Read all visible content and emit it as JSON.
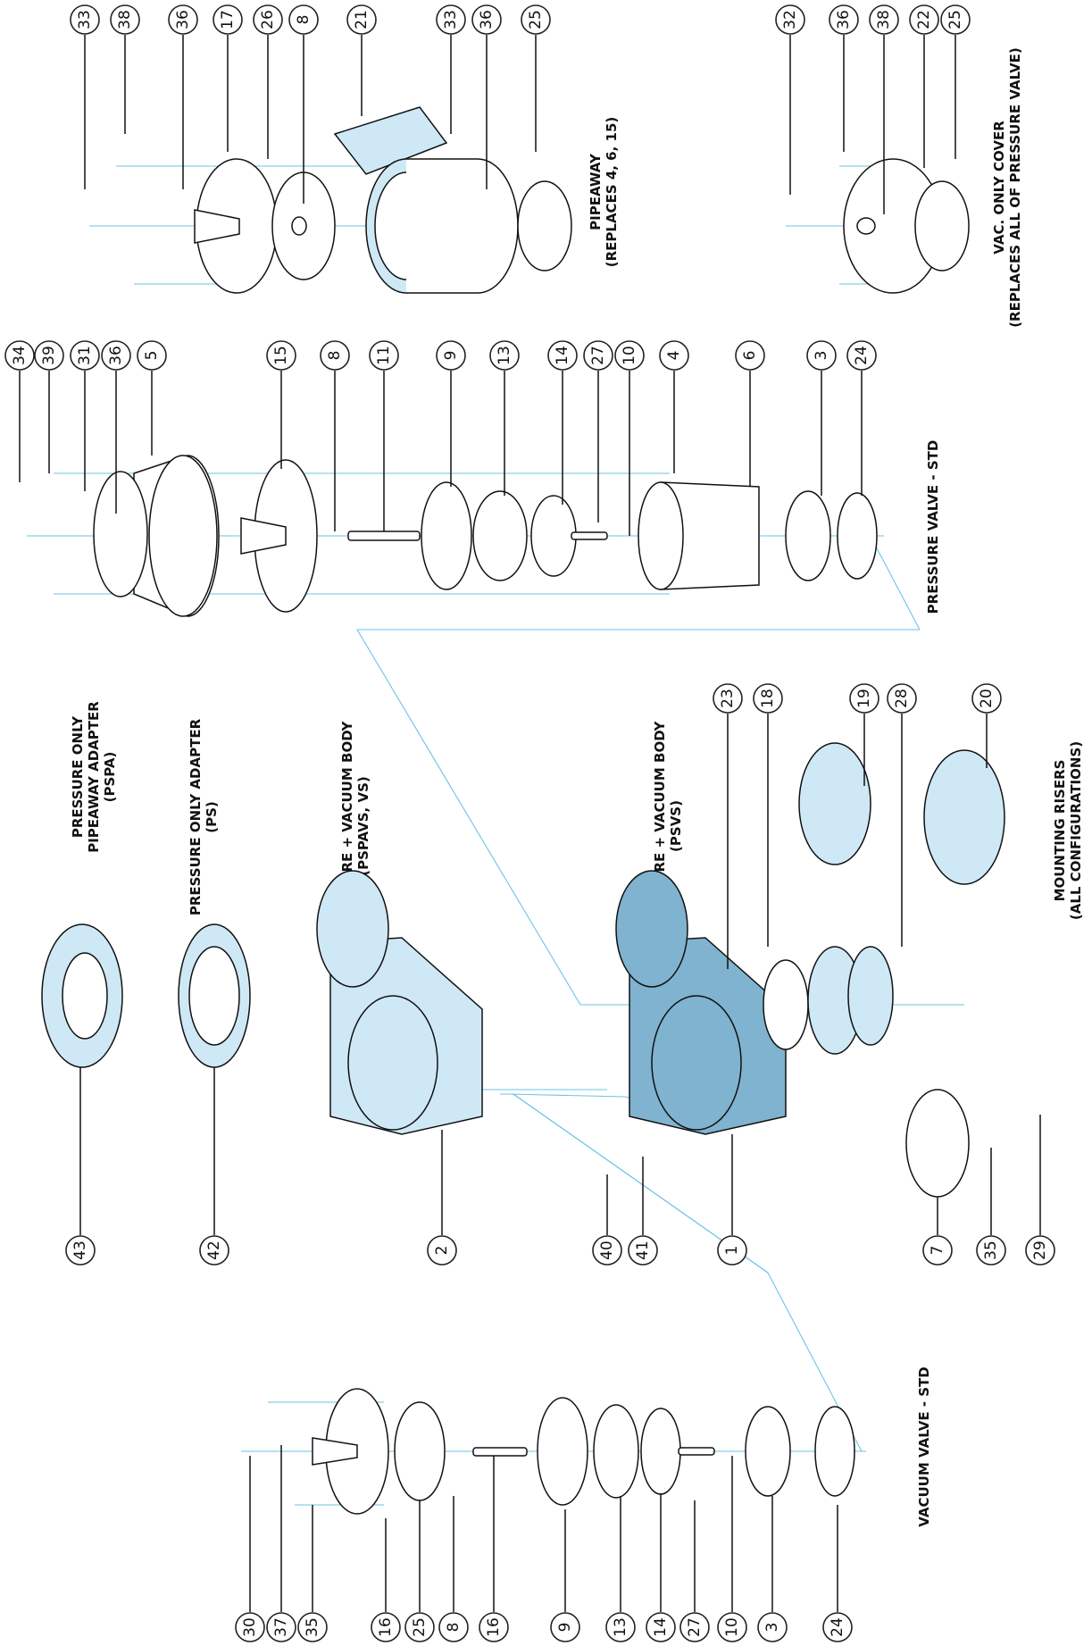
{
  "section_titles": {
    "pipeaway_line1": "PIPEAWAY",
    "pipeaway_line2": "(REPLACES 4, 6, 15)",
    "vac_cover_line1": "VAC. ONLY COVER",
    "vac_cover_line2": "(REPLACES ALL OF PRESSURE VALVE)",
    "pressure_valve": "PRESSURE VALVE - STD",
    "vacuum_valve": "VACUUM VALVE - STD",
    "pspa_line1": "PRESSURE ONLY",
    "pspa_line2": "PIPEAWAY ADAPTER",
    "pspa_line3": "(PSPA)",
    "ps_line1": "PRESSURE ONLY ADAPTER",
    "ps_line2": "(PS)",
    "pspavs_line1": "PRESSURE + VACUUM BODY",
    "pspavs_line2": "(PSPAVS, VS)",
    "psvs_line1": "PRESSURE + VACUUM BODY",
    "psvs_line2": "(PSVS)",
    "risers_line1": "MOUNTING RISERS",
    "risers_line2": "(ALL CONFIGURATIONS)"
  },
  "callouts": {
    "pipeaway_top": [
      "33",
      "38",
      "36",
      "17",
      "26",
      "8",
      "21",
      "33",
      "36",
      "25"
    ],
    "vac_cover_top": [
      "32",
      "36",
      "38",
      "22",
      "25"
    ],
    "pressure_valve_top": [
      "34",
      "39",
      "31",
      "36",
      "5",
      "15",
      "8",
      "11",
      "9",
      "13",
      "14",
      "27",
      "10",
      "4",
      "6",
      "3",
      "24"
    ],
    "risers_top": [
      "23",
      "18",
      "19",
      "28",
      "20"
    ],
    "adapters_bottom": [
      "43",
      "42",
      "2",
      "40",
      "41",
      "1",
      "7",
      "35",
      "29"
    ],
    "vacuum_valve_bottom": [
      "30",
      "37",
      "35",
      "16",
      "25",
      "8",
      "16",
      "9",
      "13",
      "14",
      "27",
      "10",
      "3",
      "24"
    ]
  }
}
